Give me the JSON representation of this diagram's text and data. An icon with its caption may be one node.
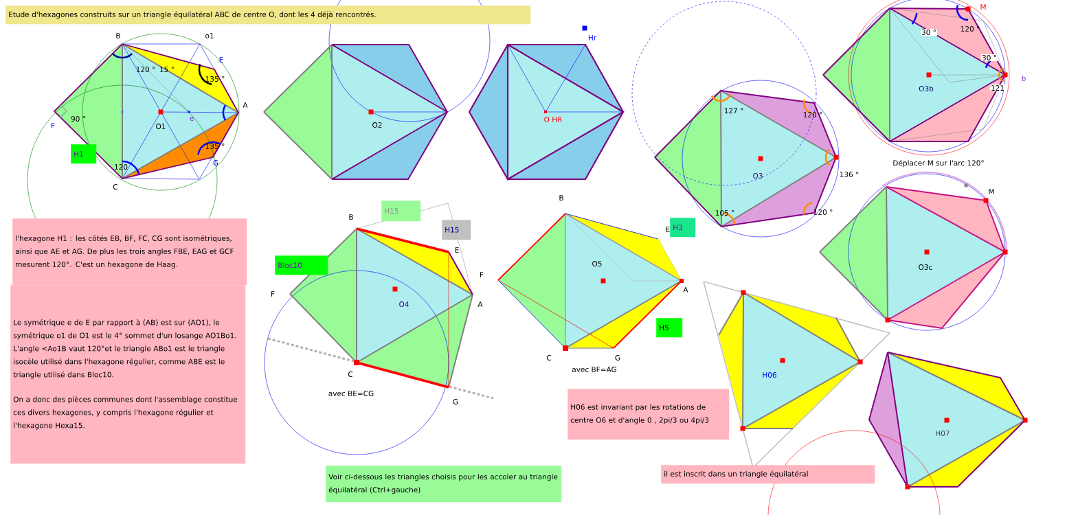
{
  "diagram": {
    "title": "Etude d'hexagones construits sur un triangle équilatéral ABC de centre O, dont les 4 déjà rencontrés.",
    "nodes": [
      {
        "text": [
          "H1"
        ]
      },
      {
        "text": [
          "l'hexagone H1 : les côtés EB, BF, FC, CG sont isométriques, ainsi que AE et AG. De plus les trois angles FBE, EAG et GCF mesurent 120°. C'est un hexagone de Haag."
        ]
      },
      {
        "text": [
          "Le symétrique e de E par rapport à (AB) est sur (AO1), le symétrique o1 de O1 est le 4° sommet d'un losange AO1Bo1. L'angle <Ao1B vaut 120°et le triangle ABo1 est le triangle isocèle  utilisé dans l'hexagone régulier, comme ABE est le triangle utilisé dans Bloc10.",
          "On a donc des pièces communes dont l'assemblage constitue ces divers hexagones, y compris l'hexagone régulier et l'hexagone Hexa15."
        ]
      },
      {
        "text": [
          "Bloc10"
        ]
      },
      {
        "text": [
          "H15"
        ]
      },
      {
        "text": [
          "H15"
        ]
      },
      {
        "text": [
          "H3"
        ]
      },
      {
        "text": [
          "H5"
        ]
      },
      {
        "text": [
          "H06 est invariant par les rotations de centre O6 et d'angle  0 , 2pi/3 ou 4pi/3"
        ]
      },
      {
        "text": [
          "Voir ci-dessous les triangles choisis pour les accoler au triangle équilatéral (Ctrl+gauche)"
        ]
      },
      {
        "text": [
          "il est inscrit dans un triangle équilatéral"
        ]
      }
    ],
    "labels": [
      "B",
      "o1",
      "E",
      "120 °",
      "15 °",
      "135 °",
      "A",
      "F",
      "90 °",
      "O1",
      "e",
      "135 °",
      "G",
      "120",
      "C",
      "O2",
      "Hr",
      "O HR",
      "127 °",
      "120 °",
      "O3",
      "136 °",
      "105 °",
      "120 °",
      "M",
      "30 °",
      "120 °",
      "30 °",
      "121",
      "b",
      "O3b",
      "Déplacer M sur l'arc 120°",
      "M",
      "O3c",
      "B",
      "E",
      "F",
      "O4",
      "A",
      "C",
      "G",
      "avec BE=CG",
      "B",
      "F",
      "E",
      "O5",
      "A",
      "C",
      "G",
      "avec BF=AG",
      "H06",
      "H07"
    ]
  }
}
